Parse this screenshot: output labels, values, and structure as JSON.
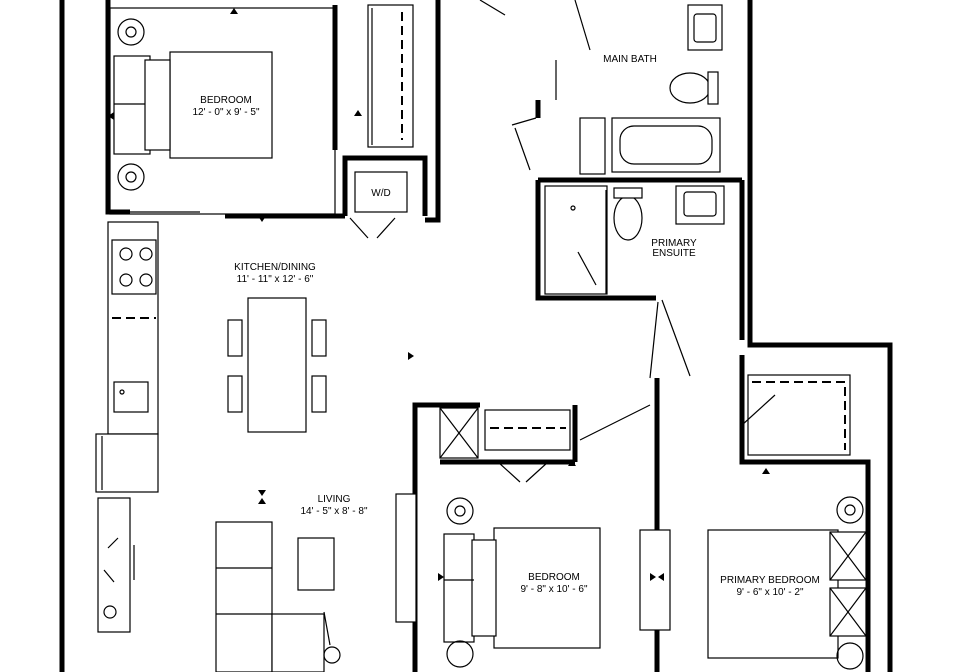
{
  "rooms": {
    "bedroom_top": {
      "name": "BEDROOM",
      "dims": "12' - 0\" x 9' - 5\""
    },
    "main_bath": {
      "name": "MAIN BATH"
    },
    "laundry": {
      "name": "W/D"
    },
    "kitchen": {
      "name": "KITCHEN/DINING",
      "dims": "11' - 11\" x 12' - 6\""
    },
    "ensuite": {
      "line1": "PRIMARY",
      "line2": "ENSUITE"
    },
    "living": {
      "name": "LIVING",
      "dims": "14' - 5\" x 8' - 8\""
    },
    "bedroom_mid": {
      "name": "BEDROOM",
      "dims": "9' - 8\" x 10' - 6\""
    },
    "primary_bedroom": {
      "name": "PRIMARY BEDROOM",
      "dims": "9' - 6\" x 10' - 2\""
    }
  }
}
